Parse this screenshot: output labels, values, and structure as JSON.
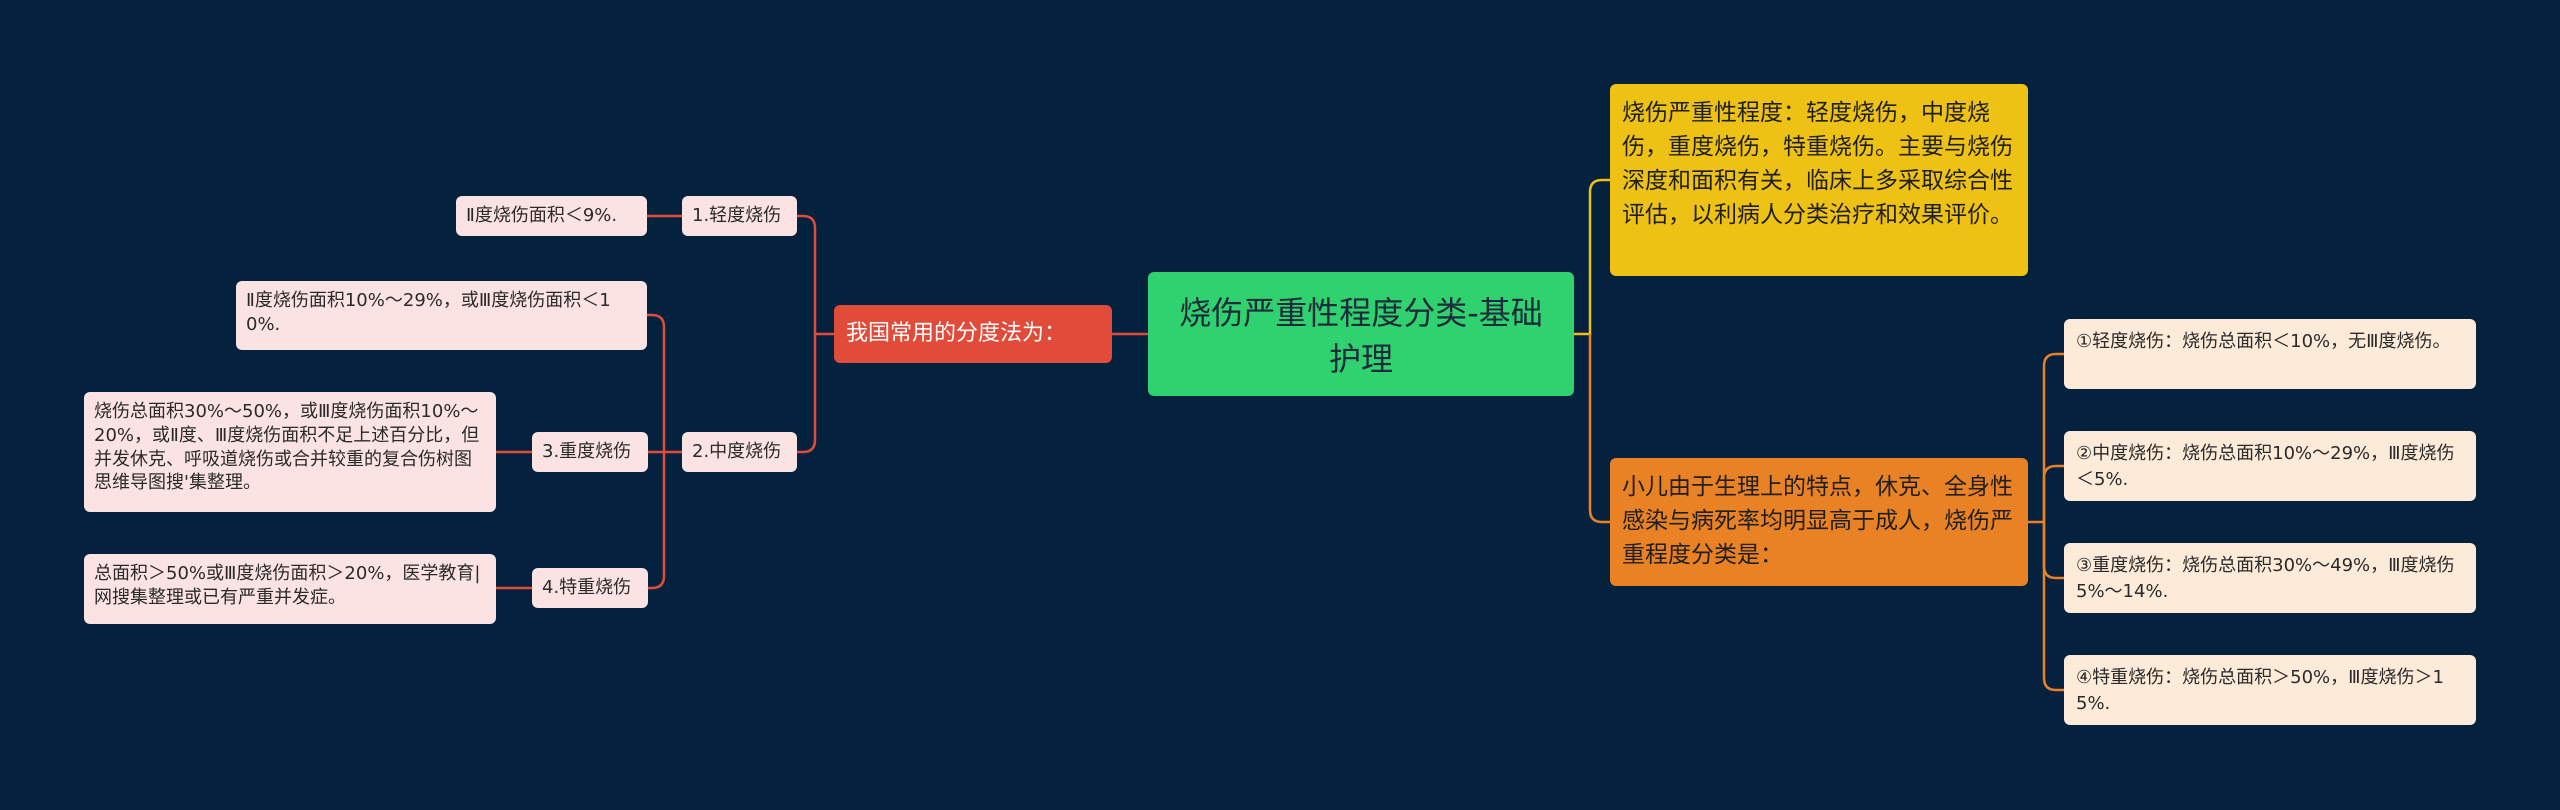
{
  "center": "烧伤严重性程度分类-基础护理",
  "left": {
    "root": "我国常用的分度法为：",
    "mild": "1.轻度烧伤",
    "mild_detail": "Ⅱ度烧伤面积＜9%.",
    "moderate": "2.中度烧伤",
    "moderate_detail": "Ⅱ度烧伤面积10%～29%，或Ⅲ度烧伤面积＜10%.",
    "severe": "3.重度烧伤",
    "severe_detail": "烧伤总面积30%～50%，或Ⅲ度烧伤面积10%～20%，或Ⅱ度、Ⅲ度烧伤面积不足上述百分比，但并发休克、呼吸道烧伤或合并较重的复合伤树图思维导图搜'集整理。",
    "critical": "4.特重烧伤",
    "critical_detail": "总面积＞50%或Ⅲ度烧伤面积＞20%，医学教育|网搜集整理或已有严重并发症。"
  },
  "right": {
    "yellow": "烧伤严重性程度：轻度烧伤，中度烧伤，重度烧伤，特重烧伤。主要与烧伤深度和面积有关，临床上多采取综合性评估，以利病人分类治疗和效果评价。",
    "orange": "小儿由于生理上的特点，休克、全身性感染与病死率均明显高于成人，烧伤严重程度分类是：",
    "child_items": [
      "①轻度烧伤：烧伤总面积＜10%，无Ⅲ度烧伤。",
      "②中度烧伤：烧伤总面积10%～29%，Ⅲ度烧伤＜5%.",
      "③重度烧伤：烧伤总面积30%～49%，Ⅲ度烧伤5%～14%.",
      "④特重烧伤：烧伤总面积＞50%，Ⅲ度烧伤＞15%."
    ]
  },
  "colors": {
    "background": "#04213d",
    "center": "#2fd26e",
    "left_root": "#e04b3a",
    "left_nodes": "#fbe3e3",
    "right_yellow": "#eec215",
    "right_orange": "#e98224",
    "right_items": "#fdebd9"
  }
}
